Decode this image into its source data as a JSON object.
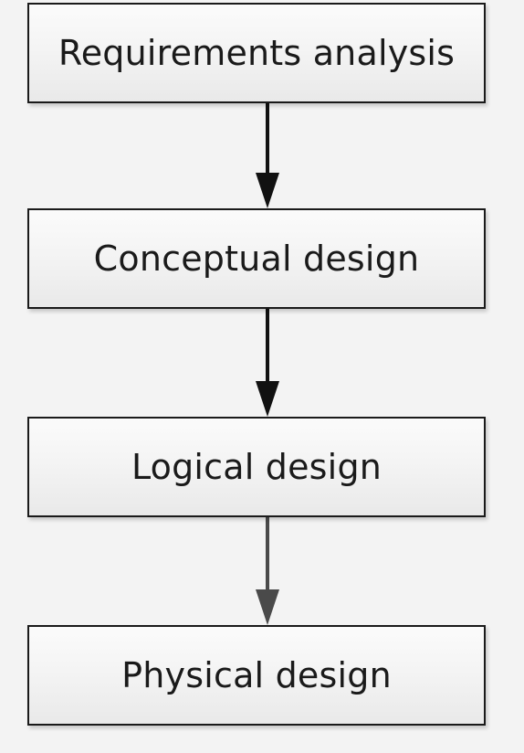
{
  "steps": [
    {
      "label": "Requirements analysis"
    },
    {
      "label": "Conceptual design"
    },
    {
      "label": "Logical design"
    },
    {
      "label": "Physical design"
    }
  ],
  "colors": {
    "box_border": "#1a1a1a",
    "arrow_dark": "#111111",
    "arrow_grey": "#4a4a4a",
    "background": "#f3f3f3"
  }
}
